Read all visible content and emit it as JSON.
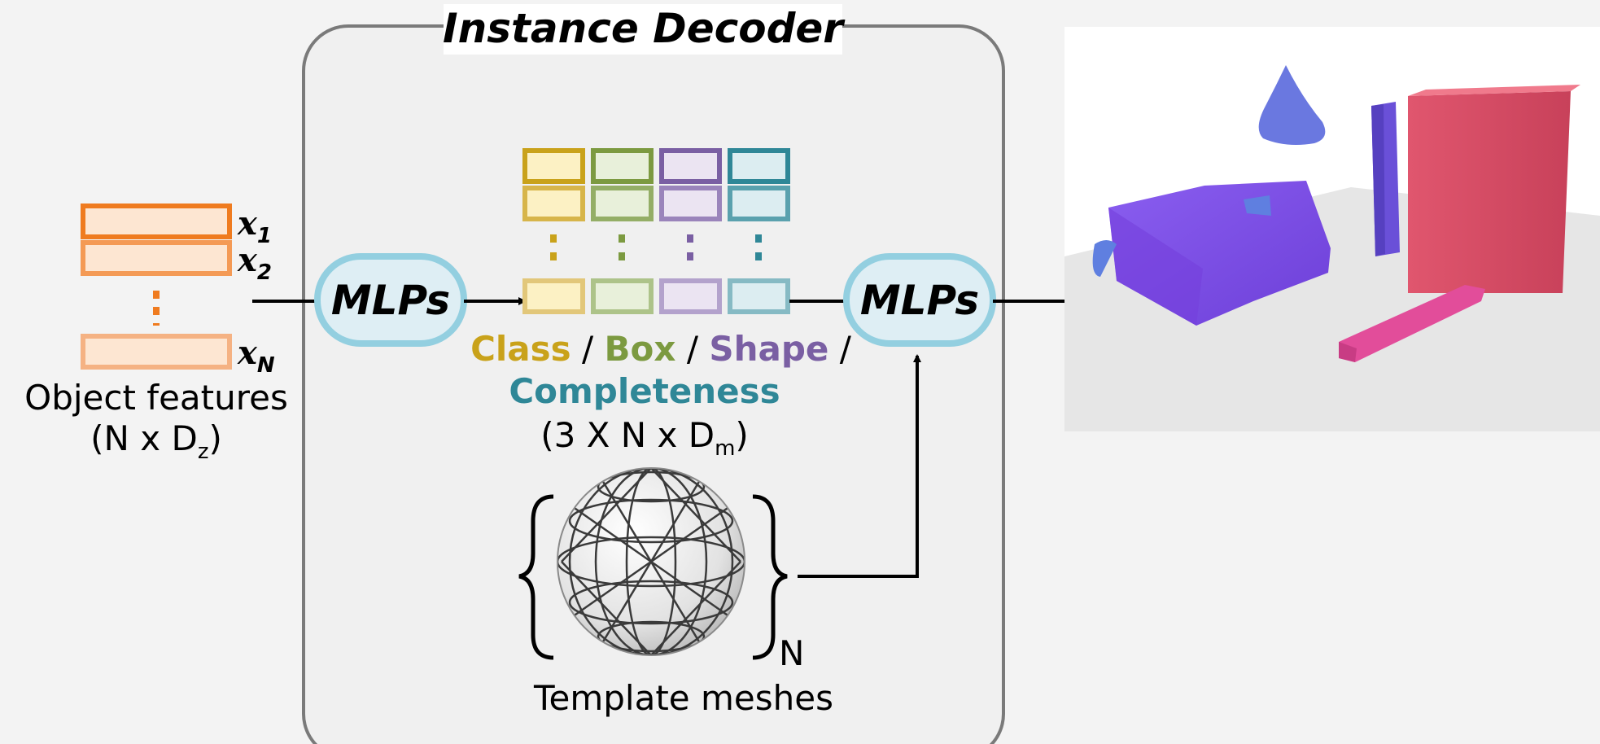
{
  "title": "Instance Decoder",
  "object_features": {
    "vectors": [
      {
        "symbol": "x",
        "subscript": "1"
      },
      {
        "symbol": "x",
        "subscript": "2"
      },
      {
        "symbol": "x",
        "subscript": "N"
      }
    ],
    "label": "Object features",
    "dims_open": "(N x D",
    "dims_sub": "z",
    "dims_close": ")"
  },
  "mlp_left": "MLPs",
  "mlp_right": "MLPs",
  "heads": {
    "class_label": "Class",
    "box_label": "Box",
    "shape_label": "Shape",
    "completeness_label": "Completeness",
    "sep": "/",
    "dims_open": "(3 X N x D",
    "dims_sub": "m",
    "dims_close": ")"
  },
  "template": {
    "label": "Template meshes",
    "count_label": "N"
  },
  "colors": {
    "feature_orange": "#ef7b1f",
    "class_yellow": "#c9a21a",
    "box_green": "#7c9a40",
    "shape_purple": "#7a5fa3",
    "completeness_teal": "#2f8797",
    "mlp_fill": "#deeef4",
    "mlp_stroke": "#93cfe0",
    "panel_fill": "#f0f0f0",
    "panel_stroke": "#7a7a7a"
  }
}
